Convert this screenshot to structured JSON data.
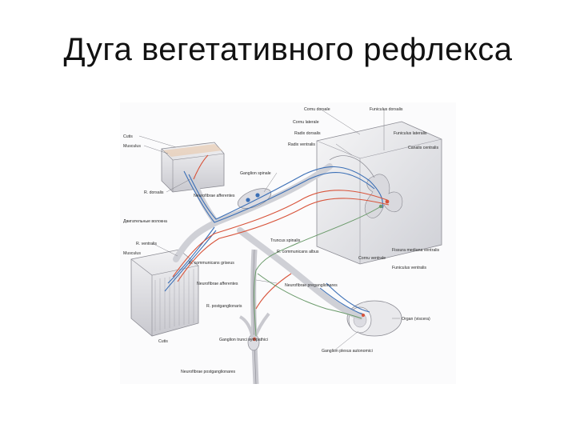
{
  "title": "Дуга вегетативного рефлекса",
  "figure": {
    "colors": {
      "afferent": "#3b6fb6",
      "efferent": "#d8533a",
      "preganglionic": "#6a9a6a",
      "tissue": "#e6e6ea",
      "outline": "#8a8a92"
    },
    "labels": {
      "cutis_top": "Cutis",
      "musculus_top": "Musculus",
      "r_dorsalis": "R. dorsalis",
      "neurofibrae_afferentes": "Neurofibrae afferentes",
      "tractus_sensitivus": "Двигательные волокна",
      "r_ventralis": "R. ventralis",
      "musculus_bottom": "Musculus",
      "r_postganglionaris": "R. postganglionaris",
      "neurofibrae_afferentes_2": "Neurofibrae afferentes",
      "ganglion_trunci": "Ganglion trunci sympathici",
      "neurofibrae_postganglionares": "Neurofibrae postganglionares",
      "cutis_bottom": "Cutis",
      "cornu_dorsale": "Cornu dorsale",
      "funiculus_dorsalis": "Funiculus dorsalis",
      "cornu_laterale": "Cornu laterale",
      "radix_dorsalis": "Radix dorsalis",
      "funiculus_lateralis": "Funiculus lateralis",
      "radix_ventralis": "Radix ventralis",
      "ganglion_spinale": "Ganglion spinale",
      "canalis_centralis": "Canalis centralis",
      "truncus_spinalis": "Truncus spinalis",
      "r_communicans_albus": "R. communicans albus",
      "r_communicans_griseus": "R. communicans griseus",
      "cornu_ventrale": "Cornu ventrale",
      "fissura_mediana": "Fissura mediana ventralis",
      "funiculus_ventralis": "Funiculus ventralis",
      "neurofibrae_preganglionares": "Neurofibrae preganglionares",
      "ganglion_plexus": "Ganglion plexus autonomici",
      "organ": "Organ (viscera)"
    }
  }
}
